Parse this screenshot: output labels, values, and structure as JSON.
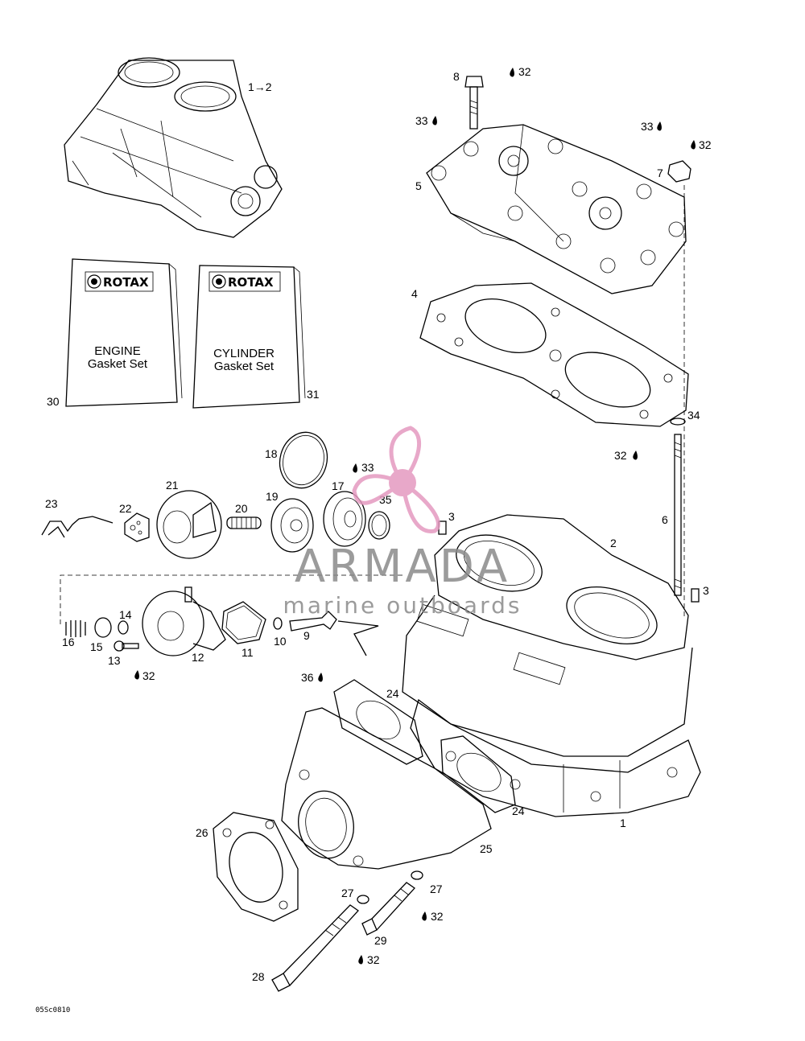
{
  "diagram_code": "05Sc0810",
  "kits": {
    "engine": {
      "brand": "ROTAX",
      "line1": "ENGINE",
      "line2": "Gasket Set",
      "ref": "30"
    },
    "cylinder": {
      "brand": "ROTAX",
      "line1": "CYLINDER",
      "line2": "Gasket Set",
      "ref": "31"
    }
  },
  "watermark": {
    "brand": "ARMADA",
    "tagline": "marine outboards",
    "color": "#e49ac0"
  },
  "callouts": {
    "c1": "1",
    "c1to2": "1→2",
    "c2": "2",
    "c3a": "3",
    "c3b": "3",
    "c4": "4",
    "c5": "5",
    "c6": "6",
    "c7": "7",
    "c8": "8",
    "c9": "9",
    "c10": "10",
    "c11": "11",
    "c12": "12",
    "c13": "13",
    "c14": "14",
    "c15": "15",
    "c16": "16",
    "c17": "17",
    "c18": "18",
    "c19": "19",
    "c20": "20",
    "c21": "21",
    "c22": "22",
    "c23": "23",
    "c24a": "24",
    "c24b": "24",
    "c25": "25",
    "c26": "26",
    "c27a": "27",
    "c27b": "27",
    "c28": "28",
    "c29": "29",
    "c34": "34",
    "c35": "35"
  },
  "lubricants": {
    "l32a": "32",
    "l32b": "32",
    "l32c": "32",
    "l32d": "32",
    "l32e": "32",
    "l32f": "32",
    "l33a": "33",
    "l33b": "33",
    "l33c": "33",
    "l36": "36"
  }
}
